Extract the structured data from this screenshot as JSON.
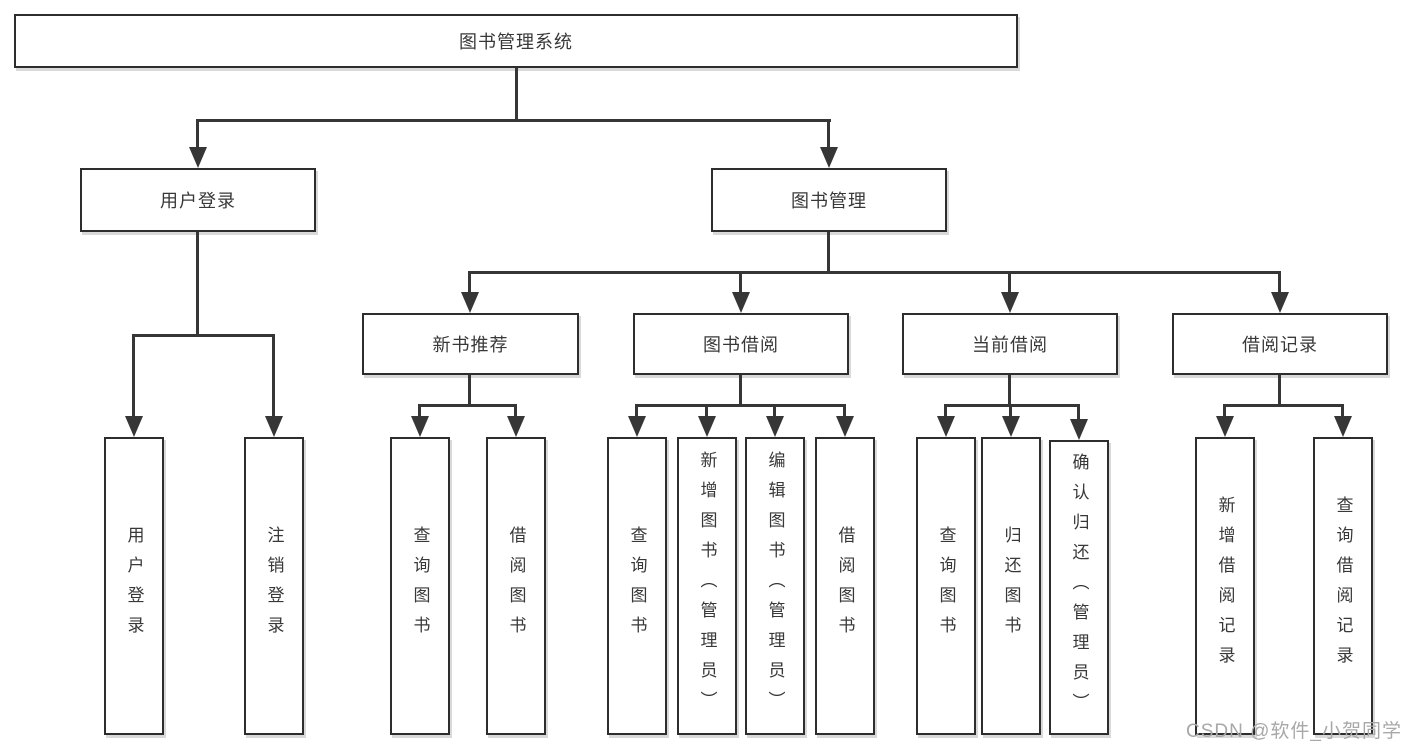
{
  "diagram": {
    "root": {
      "label": "图书管理系统"
    },
    "branches": [
      {
        "label": "用户登录",
        "children": [
          {
            "label": "用户登录"
          },
          {
            "label": "注销登录"
          }
        ]
      },
      {
        "label": "图书管理",
        "children": [
          {
            "label": "新书推荐",
            "children": [
              {
                "label": "查询图书"
              },
              {
                "label": "借阅图书"
              }
            ]
          },
          {
            "label": "图书借阅",
            "children": [
              {
                "label": "查询图书"
              },
              {
                "label": "新增图书（管理员）"
              },
              {
                "label": "编辑图书（管理员）"
              },
              {
                "label": "借阅图书"
              }
            ]
          },
          {
            "label": "当前借阅",
            "children": [
              {
                "label": "查询图书"
              },
              {
                "label": "归还图书"
              },
              {
                "label": "确认归还（管理员）"
              }
            ]
          },
          {
            "label": "借阅记录",
            "children": [
              {
                "label": "新增借阅记录"
              },
              {
                "label": "查询借阅记录"
              }
            ]
          }
        ]
      }
    ]
  },
  "watermark": {
    "text": "CSDN @软件_小贺同学"
  },
  "colors": {
    "line": "#363636",
    "box_border": "#2d2d2d",
    "text": "#383838",
    "watermark": "#a8a8a8",
    "background": "#ffffff"
  }
}
